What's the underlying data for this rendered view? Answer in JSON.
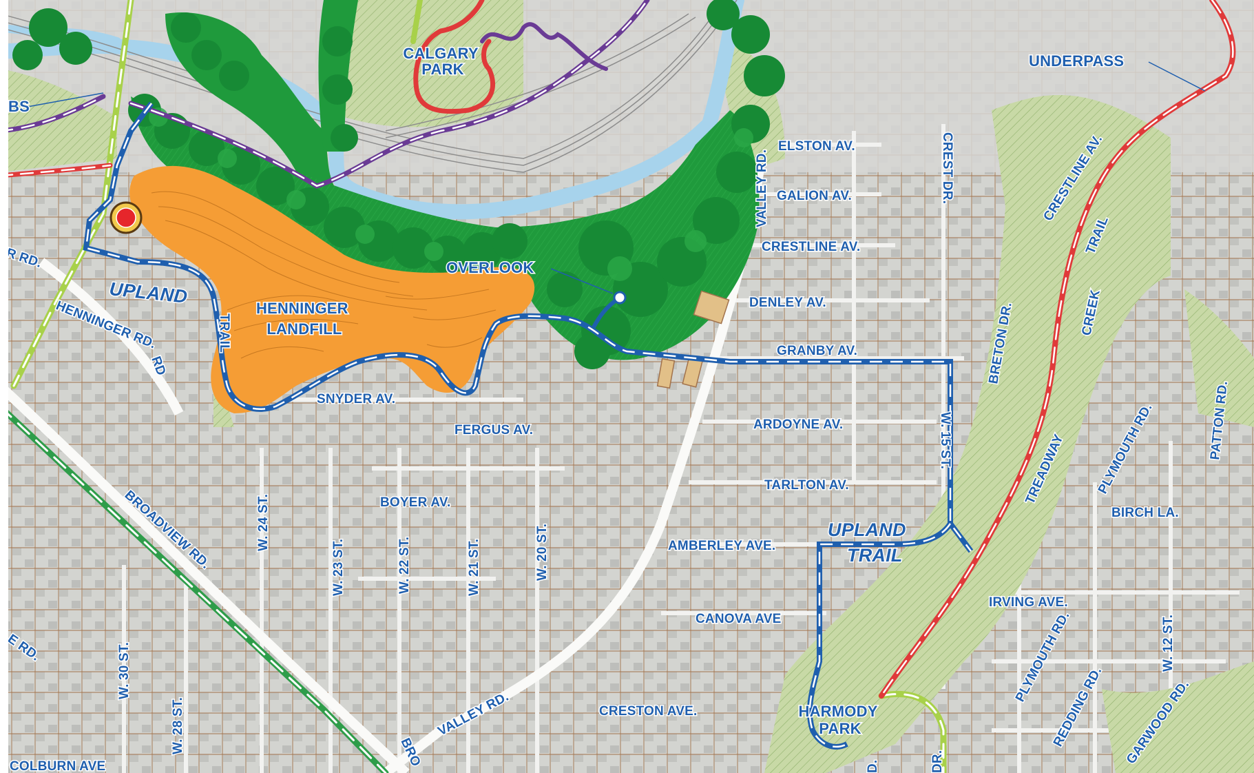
{
  "colors": {
    "background": "#e9e9e6",
    "block": "#cfd0cc",
    "parcel_line": "#a1724c",
    "street": "#f4f4f2",
    "green_space": "#c4d6a4",
    "woods": "#1f9a3c",
    "woods_dark": "#167a2d",
    "creek": "#a7d3ec",
    "landfill": "#f59d35",
    "landfill_contour": "#c77820",
    "upland_trail": "#1f5fae",
    "red_trail": "#e03a3a",
    "purple_trail": "#6a3b95",
    "lime_trail": "#a8d14a",
    "green_trail": "#2e9d4a",
    "label_text": "#1f5fae",
    "marker": "#e6262b"
  },
  "icons": {
    "trailhead_marker": "trailhead-marker-icon",
    "overlook_point": "overlook-point-icon",
    "shelter": "shelter-icon"
  },
  "labels": {
    "areas": {
      "calgary_park": "CALGARY\nPARK",
      "henninger_landfill": "HENNINGER\nLANDFILL",
      "harmody_park": "HARMODY\nPARK",
      "overlook": "OVERLOOK",
      "underpass": "UNDERPASS",
      "bss": "BS"
    },
    "trails": {
      "upland_west": "UPLAND",
      "upland_trail_west": "TRAIL",
      "upland_east": "UPLAND",
      "upland_trail_east": "TRAIL",
      "crestline_trail": "CRESTLINE AV.",
      "crestline_trail_label": "TRAIL",
      "treadway_creek": "TREADWAY",
      "creek_word": "CREEK"
    },
    "streets": {
      "elston": "ELSTON AV.",
      "galion": "GALION AV.",
      "crestline": "CRESTLINE AV.",
      "denley": "DENLEY AV.",
      "granby": "GRANBY AV.",
      "ardoyne": "ARDOYNE AV.",
      "tarlton": "TARLTON AV.",
      "amberley": "AMBERLEY AVE.",
      "canova": "CANOVA AVE",
      "creston": "CRESTON AVE.",
      "snyder": "SNYDER AV.",
      "fergus": "FERGUS AV.",
      "boyer": "BOYER AV.",
      "irving": "IRVING AVE.",
      "birch": "BIRCH LA.",
      "valley_rd_n": "VALLEY RD.",
      "valley_rd_s": "VALLEY RD.",
      "crest_dr": "CREST DR.",
      "breton_dr": "BRETON DR.",
      "w15": "W. 15 ST.",
      "w12": "W. 12 ST.",
      "w20": "W. 20 ST.",
      "w21": "W. 21 ST.",
      "w22": "W. 22 ST.",
      "w23": "W. 23 ST.",
      "w24": "W. 24 ST.",
      "w28": "W. 28 ST.",
      "w30": "W. 30 ST.",
      "henninger_rd": "HENNINGER RD.",
      "henninger_rd_2": "RD",
      "broadview": "BROADVIEW RD.",
      "bro": "BRO",
      "plymouth_rd": "PLYMOUTH RD.",
      "plymouth_rd_n": "PLYMOUTH RD.",
      "redding": "REDDING RD.",
      "garwood": "GARWOOD RD.",
      "patton": "PATTON RD.",
      "colburn": "COLBURN AVE",
      "e_rd": "E RD.",
      "r_rd": "R RD.",
      "dr_bottom": "DR.",
      "d_bottom": "D."
    }
  }
}
